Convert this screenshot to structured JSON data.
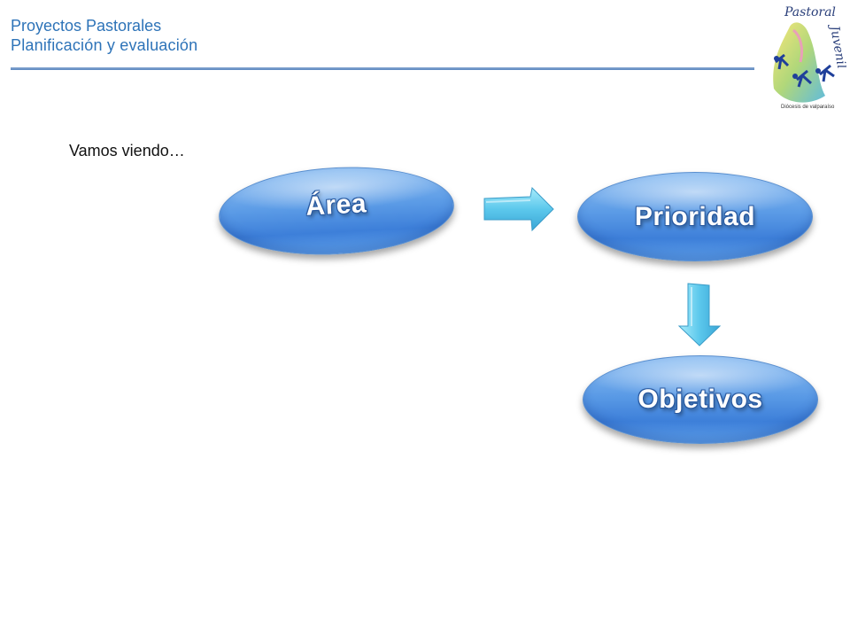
{
  "header": {
    "title": "Proyectos Pastorales",
    "subtitle": "Planificación y evaluación"
  },
  "logo": {
    "text": "Pastoral Juvenil",
    "caption": "Diócesis de valparaíso"
  },
  "intro": "Vamos viendo…",
  "diagram": {
    "nodes": [
      {
        "id": "area",
        "label": "Área"
      },
      {
        "id": "prioridad",
        "label": "Prioridad"
      },
      {
        "id": "objetivos",
        "label": "Objetivos"
      }
    ],
    "edges": [
      {
        "from": "area",
        "to": "prioridad"
      },
      {
        "from": "prioridad",
        "to": "objetivos"
      }
    ]
  },
  "colors": {
    "header_text": "#2d73b8",
    "node_fill": "#4a8ce0",
    "arrow_fill": "#5cc8ec"
  }
}
